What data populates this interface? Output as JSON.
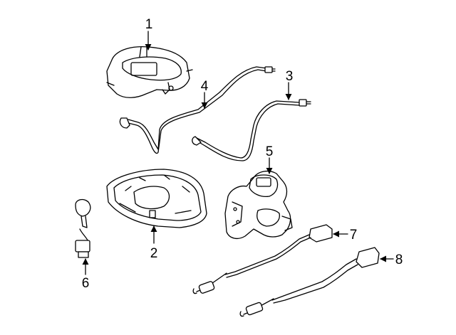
{
  "callouts": [
    {
      "id": "1",
      "label": "1"
    },
    {
      "id": "2",
      "label": "2"
    },
    {
      "id": "3",
      "label": "3"
    },
    {
      "id": "4",
      "label": "4"
    },
    {
      "id": "5",
      "label": "5"
    },
    {
      "id": "6",
      "label": "6"
    },
    {
      "id": "7",
      "label": "7"
    },
    {
      "id": "8",
      "label": "8"
    }
  ],
  "colors": {
    "stroke": "#000000",
    "background": "#ffffff"
  }
}
